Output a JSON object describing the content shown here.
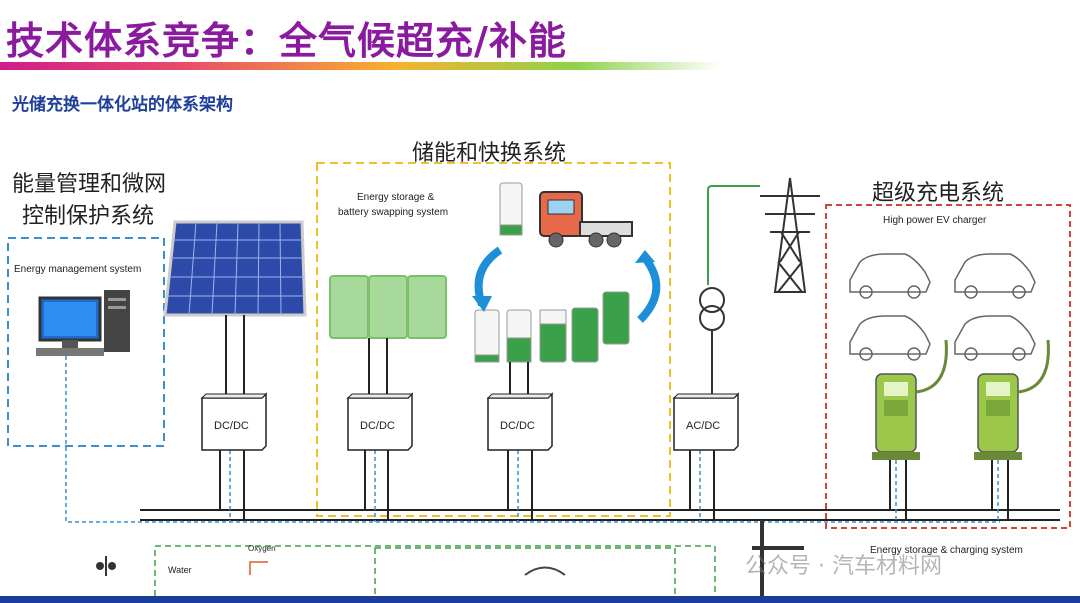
{
  "header": {
    "title": "技术体系竞争：全气候超充/补能",
    "subtitle": "光储充换一体化站的体系架构"
  },
  "sections": {
    "energy_mgmt": {
      "heading_line1": "能量管理和微网",
      "heading_line2": "控制保护系统",
      "label": "Energy management system"
    },
    "storage_swap": {
      "heading": "储能和快换系统",
      "label_line1": "Energy storage &",
      "label_line2": "battery swapping  system"
    },
    "supercharge": {
      "heading": "超级充电系统",
      "label": "High power EV charger"
    }
  },
  "converters": {
    "c1": "DC/DC",
    "c2": "DC/DC",
    "c3": "DC/DC",
    "c4": "AC/DC"
  },
  "bottom": {
    "oxygen": "Oxygen",
    "water": "Water",
    "storage_charging": "Energy storage & charging  system",
    "watermark": "公众号 · 汽车材料网"
  },
  "colors": {
    "title": "#8a1a9e",
    "subtitle": "#1f3f9a",
    "blue_dash": "#3a8fd0",
    "yellow_dash": "#f0c02a",
    "red_dash": "#d0463a",
    "green": "#3aa04a",
    "bottom_bar": "#1a3d9a"
  }
}
